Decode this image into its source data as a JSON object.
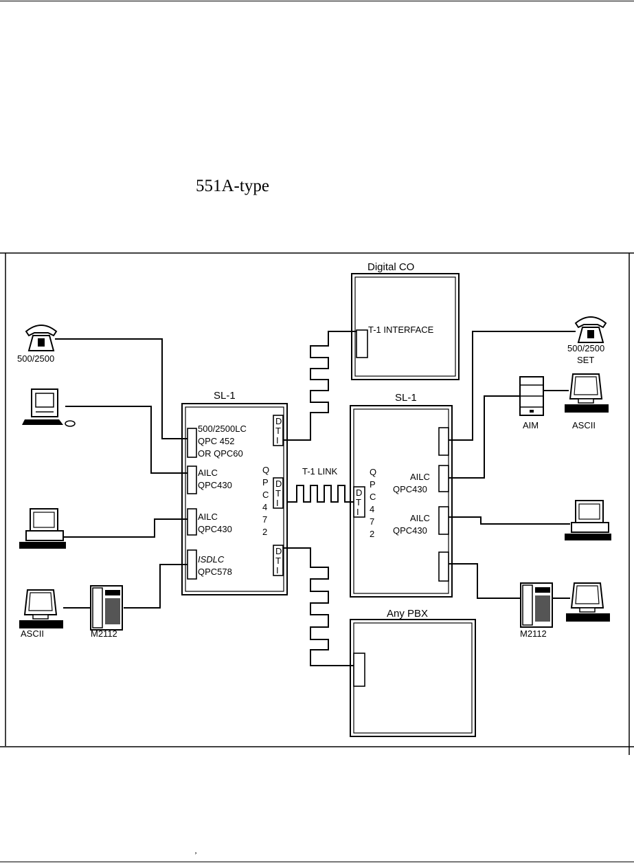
{
  "page": {
    "heading_fragment": "551A-type",
    "footer_mark": "’"
  },
  "diagram": {
    "digital_co": {
      "title": "Digital CO",
      "interface": "T-1 INTERFACE"
    },
    "any_pbx": {
      "title": "Any PBX"
    },
    "t1_link": "T-1 LINK",
    "left_sl1": {
      "title": "SL-1",
      "dti": [
        "D",
        "T",
        "I"
      ],
      "qpc472": [
        "Q",
        "P",
        "C",
        "4",
        "7",
        "2"
      ],
      "cards": [
        {
          "lines": [
            "500/2500LC",
            "QPC 452",
            "OR QPC60"
          ]
        },
        {
          "lines": [
            "AILC",
            "QPC430"
          ]
        },
        {
          "lines": [
            "AILC",
            "QPC430"
          ]
        },
        {
          "lines": [
            "ISDLC",
            "QPC578"
          ]
        }
      ]
    },
    "right_sl1": {
      "title": "SL-1",
      "dti": [
        "D",
        "T",
        "I"
      ],
      "qpc472": [
        "Q",
        "P",
        "C",
        "4",
        "7",
        "2"
      ],
      "cards": [
        {
          "lines": [
            "AILC",
            "QPC430"
          ]
        },
        {
          "lines": [
            "AILC",
            "QPC430"
          ]
        }
      ]
    },
    "left_devices": {
      "phone_label": "500/2500",
      "ascii": "ASCII",
      "m2112": "M2112"
    },
    "right_devices": {
      "phone_label": "500/2500",
      "phone_sub": "SET",
      "aim": "AIM",
      "ascii": "ASCII",
      "m2112": "M2112"
    }
  }
}
